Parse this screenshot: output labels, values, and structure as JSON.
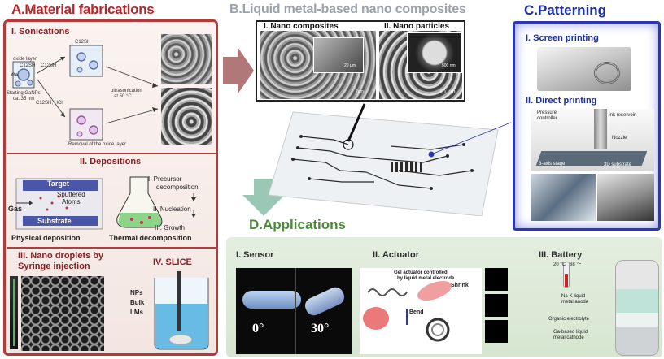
{
  "panel_a": {
    "title": "A.Material fabrications",
    "sonication": {
      "heading": "I. Sonications",
      "oxide_layer": "oxide layer",
      "c12sh": "C12SH",
      "ga": "Ga",
      "c12sh_top": "C12SH",
      "c12sh_mid": "C12SH",
      "c12sh_hcl": "C12SH, HCl",
      "starting": "Starting GaNPs",
      "size": "ca. 35 nm",
      "removal": "Removal of the oxide layer",
      "ultrasonication": "ultrasonication",
      "temp": "at 50 °C"
    },
    "deposition": {
      "heading": "II. Depositions",
      "target": "Target",
      "sputtered": "Sputtered",
      "atoms": "Atoms",
      "gas": "Gas",
      "substrate": "Substrate",
      "physical": "Physical deposition",
      "precursor": "I. Precursor",
      "decomposition": "decomposition",
      "nucleation": "II. Nucleation",
      "growth": "III. Growth",
      "thermal": "Thermal decomposition"
    },
    "droplets": {
      "heading_1": "III. Nano droplets by",
      "heading_2": "Syringe injection"
    },
    "slice": {
      "heading": "IV. SLICE",
      "nps": "NPs",
      "bulk": "Bulk",
      "lms": "LMs"
    }
  },
  "panel_b": {
    "title": "B.Liquid metal-based nano composites",
    "composites": {
      "label": "I. Nano composites",
      "scale": "20 µm",
      "scale2": "2µm"
    },
    "particles": {
      "label": "II. Nano particles",
      "scale": "500 nm",
      "scale2": "10 µm"
    }
  },
  "panel_c": {
    "title": "C.Patterning",
    "screen": "I. Screen printing",
    "direct": "II. Direct printing",
    "pressure": "Pressure",
    "controller": "controller",
    "ink": "Ink reservoir",
    "nozzle": "Nozzle",
    "stage": "3-axis stage",
    "substrate3d": "3D substrate"
  },
  "panel_d": {
    "title": "D.Applications",
    "sensor": {
      "label": "I. Sensor",
      "angle1": "0°",
      "angle2": "30°"
    },
    "actuator": {
      "label": "II. Actuator",
      "caption_1": "Gel actuator controlled",
      "caption_2": "by liquid metal electrode",
      "shrink": "Shrink",
      "bend": "Bend"
    },
    "battery": {
      "label": "III. Battery",
      "t1": "20 °C",
      "t2": "68 °F",
      "anode_1": "Na-K liquid",
      "anode_2": "metal anode",
      "electrolyte": "Organic electrolyte",
      "cathode_1": "Ga-based liquid",
      "cathode_2": "metal cathode"
    }
  },
  "colors": {
    "a": "#b8262b",
    "b": "#9aa3ad",
    "c": "#1b2fa8",
    "d": "#4a8a3a"
  }
}
